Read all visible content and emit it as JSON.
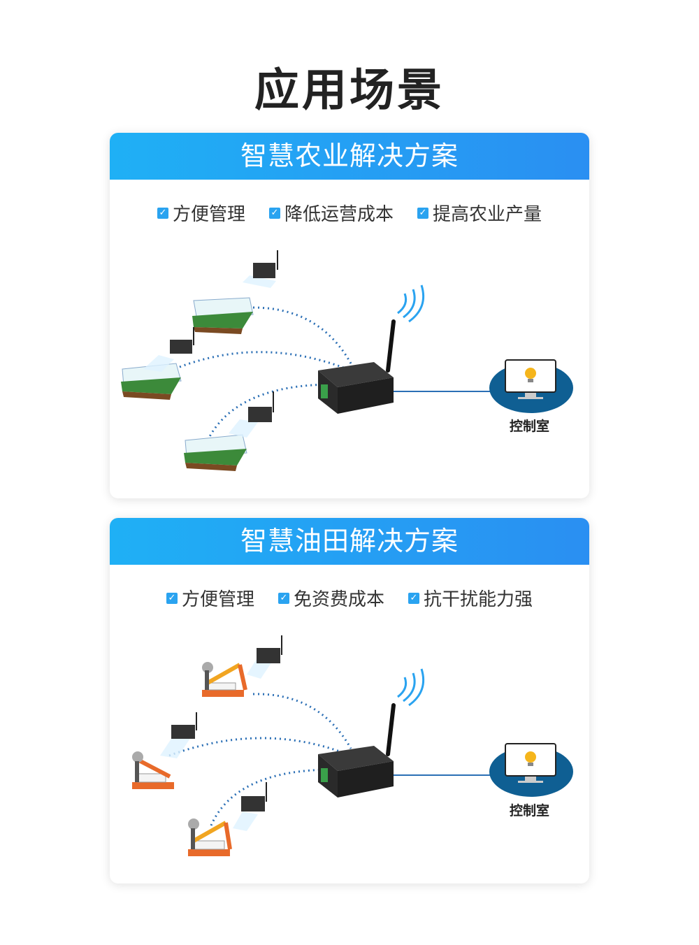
{
  "page": {
    "title": "应用场景"
  },
  "cards": [
    {
      "title": "智慧农业解决方案",
      "features": [
        "方便管理",
        "降低运营成本",
        "提高农业产量"
      ],
      "control_room": "控制室"
    },
    {
      "title": "智慧油田解决方案",
      "features": [
        "方便管理",
        "免资费成本",
        "抗干扰能力强"
      ],
      "control_room": "控制室"
    }
  ],
  "colors": {
    "header_start": "#1fb0f5",
    "header_end": "#2a8ff2",
    "accent": "#2aa3f0",
    "monitor_bg": "#0f5f93"
  }
}
